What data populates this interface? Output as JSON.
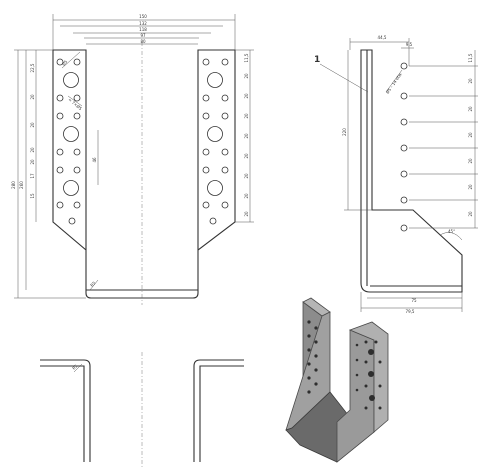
{
  "front_view": {
    "widths": {
      "outer": "150",
      "w132": "132",
      "w118": "118",
      "w97": "97",
      "inner": "80"
    },
    "heights": {
      "total": "280",
      "body": "260"
    },
    "left_spacings": [
      "22,5",
      "20",
      "20",
      "20",
      "20",
      "17",
      "15"
    ],
    "right_spacings": [
      "11,5",
      "20",
      "20",
      "20",
      "20",
      "20",
      "20",
      "20",
      "20"
    ],
    "hole_dia_label": "Ø5",
    "inner_offset": "46",
    "bend_radius": "R5",
    "small_hole_count": "≈ 7×Ø5",
    "top_right_note": "11,5"
  },
  "side_view": {
    "callout": "1",
    "top_width": "44,5",
    "top_offset": "9,5",
    "top_right": "11,5",
    "hole_note": "Ø5 – 14 otw.",
    "height": "220",
    "spacings": [
      "11,5",
      "20",
      "20",
      "20",
      "20",
      "20",
      "20"
    ],
    "angle": "45°",
    "bottom_inner": "75",
    "bottom_outer": "79,5"
  },
  "top_view": {
    "bend_radius": "R5"
  },
  "colors": {
    "line": "#333333",
    "photo_face": "#9a9a9a",
    "photo_dark": "#5a5a5a",
    "photo_light": "#c8c8c8"
  }
}
